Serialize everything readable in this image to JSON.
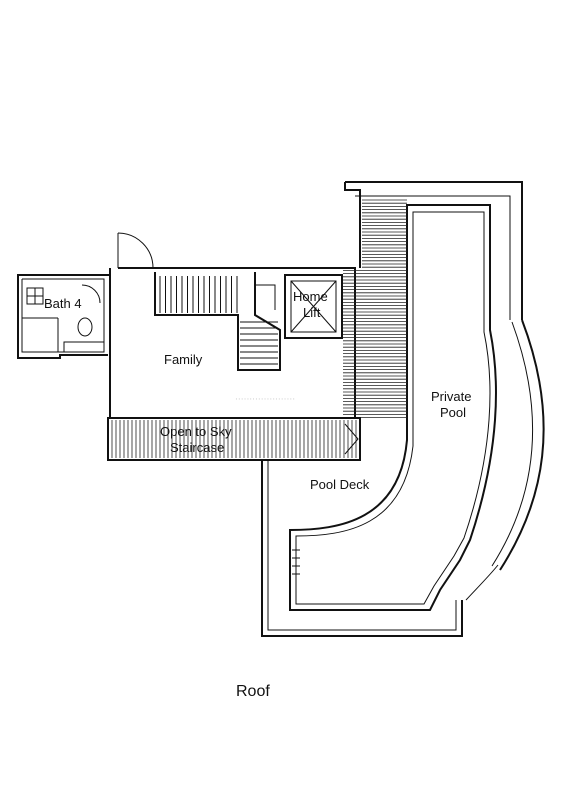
{
  "rooms": {
    "bath": "Bath 4",
    "lift_line1": "Home",
    "lift_line2": "Lift",
    "family": "Family",
    "stair_line1": "Open to Sky",
    "stair_line2": "Staircase",
    "pool_deck": "Pool Deck",
    "pool_line1": "Private",
    "pool_line2": "Pool"
  },
  "caption": "Roof"
}
